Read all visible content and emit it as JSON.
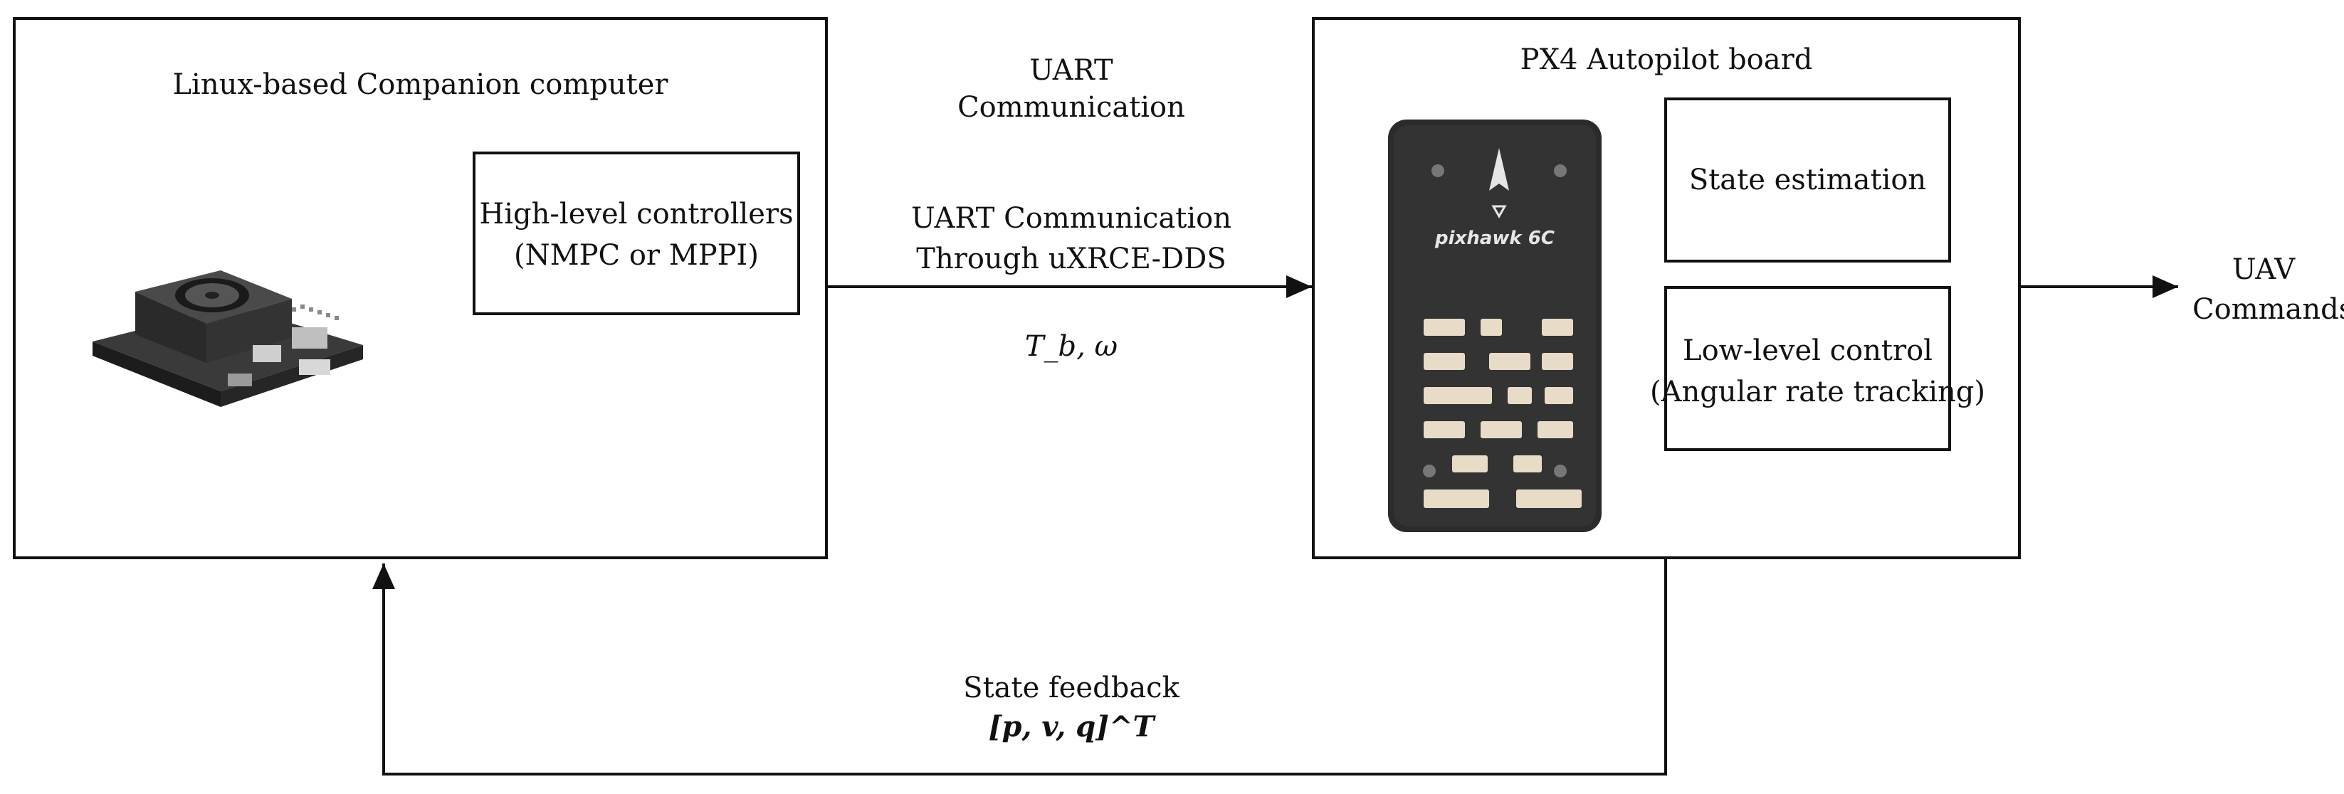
{
  "companion": {
    "title": "Linux-based Companion computer",
    "inner_box": {
      "line1": "High-level controllers",
      "line2": "(NMPC or MPPI)"
    },
    "image": "nvidia-jetson-board"
  },
  "link": {
    "top_line1": "UART",
    "top_line2": "Communication",
    "mid_line1": "UART Communication",
    "mid_line2": "Through uXRCE-DDS",
    "signal": "T_b, ω"
  },
  "autopilot": {
    "title": "PX4 Autopilot board",
    "image": "pixhawk-6c-board",
    "board_label": "pixhawk 6C",
    "state_estimation": "State estimation",
    "low_level_line1": "Low-level control",
    "low_level_line2": "(Angular rate tracking)"
  },
  "output": {
    "line1": "UAV",
    "line2": "Commands"
  },
  "feedback": {
    "label": "State feedback",
    "vector": "[p, v, q]^T"
  },
  "colors": {
    "line": "#111111",
    "board_body": "#2b2b2b",
    "connector": "#e8dcc8"
  }
}
